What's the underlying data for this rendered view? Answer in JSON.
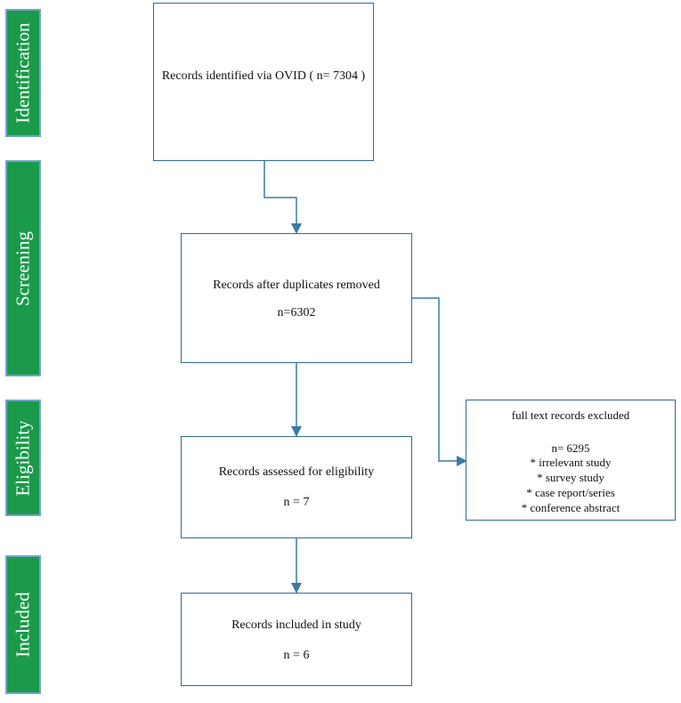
{
  "stages": {
    "identification": "Identification",
    "screening": "Screening",
    "eligibility": "Eligibility",
    "included": "Included"
  },
  "boxes": {
    "identified": {
      "title": "Records identified via OVID ( n= 7304 )"
    },
    "screened": {
      "title": "Records after duplicates removed",
      "count": "n=6302"
    },
    "eligibility": {
      "title": "Records assessed for eligibility",
      "count": "n = 7"
    },
    "included": {
      "title": "Records included in study",
      "count": "n = 6"
    },
    "excluded": {
      "title": "full text records excluded",
      "count": "n= 6295",
      "reasons": [
        "*  irrelevant study",
        "* survey study",
        "* case report/series",
        "* conference abstract"
      ]
    }
  },
  "colors": {
    "stage_fill": "#1a9a4a",
    "stage_border": "#6fa8c9",
    "box_border": "#2e6b93",
    "arrow": "#3b7aa6"
  }
}
